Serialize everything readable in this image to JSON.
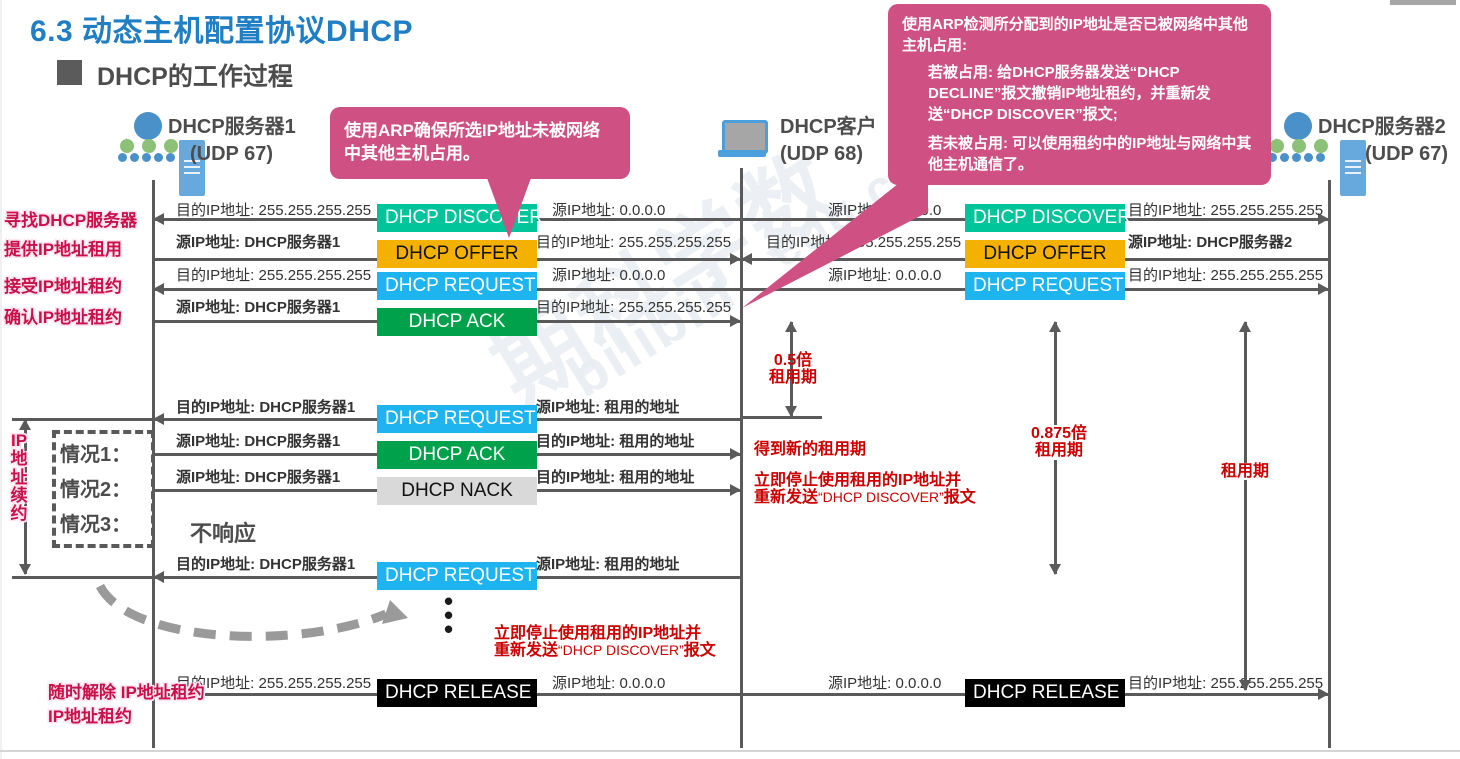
{
  "header": {
    "section_number": "6.3",
    "title": "6.3 动态主机配置协议DHCP",
    "subtitle": "DHCP的工作过程"
  },
  "nodes": {
    "server1": {
      "name": "DHCP服务器1",
      "port": "(UDP 67)",
      "icon": "network-tree-icon"
    },
    "client": {
      "name": "DHCP客户",
      "port": "(UDP 68)",
      "icon": "laptop-icon"
    },
    "server2": {
      "name": "DHCP服务器2",
      "port": "(UDP 67)",
      "icon": "network-tree-icon"
    }
  },
  "callouts": {
    "arp_small": "使用ARP确保所选IP地址未被网络中其他主机占用。",
    "arp_large": {
      "line1": "使用ARP检测所分配到的IP地址是否已被网络中其他主机占用:",
      "line2": "若被占用: 给DHCP服务器发送“DHCP DECLINE”报文撤销IP地址租约，并重新发送“DHCP DISCOVER”报文;",
      "line3": "若未被占用: 可以使用租约中的IP地址与网络中其他主机通信了。"
    }
  },
  "stage_labels": [
    {
      "text": "寻找DHCP服务器"
    },
    {
      "text": "提供IP地址租用"
    },
    {
      "text": "接受IP地址租约"
    },
    {
      "text": "确认IP地址租约"
    },
    {
      "text": "随时解除\nIP地址租约"
    }
  ],
  "renew_label": "IP地址续约",
  "cases": {
    "case1": "情况1：",
    "case2": "情况2：",
    "case3": "情况3：",
    "no_response": "不响应"
  },
  "messages": {
    "discover": "DHCP DISCOVER",
    "offer": "DHCP OFFER",
    "request": "DHCP REQUEST",
    "ack": "DHCP ACK",
    "nack": "DHCP NACK",
    "release": "DHCP RELEASE"
  },
  "labels": {
    "dst": "目的IP地址:",
    "src": "源IP地址:",
    "broadcast": "255.255.255.255",
    "zero": "0.0.0.0",
    "server1": "DHCP服务器1",
    "server2": "DHCP服务器2",
    "leased": "租用的地址"
  },
  "rows": [
    {
      "id": "discover",
      "msg": "DHCP DISCOVER",
      "class": "m-discover",
      "left_dst": "目的IP地址: 255.255.255.255",
      "left_src": "源IP地址:   0.0.0.0",
      "right_src": "源IP地址:   0.0.0.0",
      "right_dst": "目的IP地址: 255.255.255.255"
    },
    {
      "id": "offer",
      "msg": "DHCP OFFER",
      "class": "m-offer",
      "left_src": "源IP地址: DHCP服务器1",
      "left_dst": "目的IP地址: 255.255.255.255",
      "right_dst": "目的IP地址: 255.255.255.255",
      "right_src": "源IP地址: DHCP服务器2"
    },
    {
      "id": "request",
      "msg": "DHCP REQUEST",
      "class": "m-request",
      "left_dst": "目的IP地址: 255.255.255.255",
      "left_src": "源IP地址:   0.0.0.0",
      "right_src": "源IP地址:   0.0.0.0",
      "right_dst": "目的IP地址: 255.255.255.255"
    },
    {
      "id": "ack",
      "msg": "DHCP ACK",
      "class": "m-ack",
      "left_src": "源IP地址: DHCP服务器1",
      "left_dst": "目的IP地址: 255.255.255.255"
    },
    {
      "id": "renew-request",
      "msg": "DHCP REQUEST",
      "class": "m-request",
      "left_dst": "目的IP地址: DHCP服务器1",
      "left_src": "源IP地址: 租用的地址"
    },
    {
      "id": "renew-ack",
      "msg": "DHCP ACK",
      "class": "m-ack",
      "left_src": "源IP地址: DHCP服务器1",
      "left_dst": "目的IP地址: 租用的地址"
    },
    {
      "id": "renew-nack",
      "msg": "DHCP NACK",
      "class": "m-nack",
      "left_src": "源IP地址: DHCP服务器1",
      "left_dst": "目的IP地址: 租用的地址"
    },
    {
      "id": "case3-request",
      "msg": "DHCP REQUEST",
      "class": "m-request",
      "left_dst": "目的IP地址: DHCP服务器1",
      "left_src": "源IP地址: 租用的地址"
    },
    {
      "id": "release",
      "msg": "DHCP RELEASE",
      "class": "m-release",
      "left_dst": "目的IP地址: 255.255.255.255",
      "left_src": "源IP地址:   0.0.0.0",
      "right_src": "源IP地址:   0.0.0.0",
      "right_dst": "目的IP地址: 255.255.255.255"
    }
  ],
  "annotations": {
    "half_lease": "0.5倍\n租用期",
    "half_lease_l1": "0.5倍",
    "half_lease_l2": "租用期",
    "p875_l1": "0.875倍",
    "p875_l2": "租用期",
    "lease": "租用期",
    "new_lease": "得到新的租用期",
    "stop_use_1": "立即停止使用租用的IP地址并",
    "stop_use_2a": "重新发送",
    "stop_use_2b": "“DHCP DISCOVER”",
    "stop_use_2c": "报文"
  },
  "colors": {
    "title_blue": "#1f7ec4",
    "callout_pink": "#cf5183",
    "label_red": "#c8104a",
    "annotation_red": "#cc0000",
    "discover_green": "#00c49a",
    "offer_amber": "#f5b100",
    "request_blue": "#1eb4f0",
    "ack_green": "#00a14b",
    "nack_grey": "#d9d9d9",
    "release_black": "#000000"
  },
  "watermark": {
    "t1": "期科学数",
    "t2": "bilibili",
    "t3": "edu.cn"
  }
}
